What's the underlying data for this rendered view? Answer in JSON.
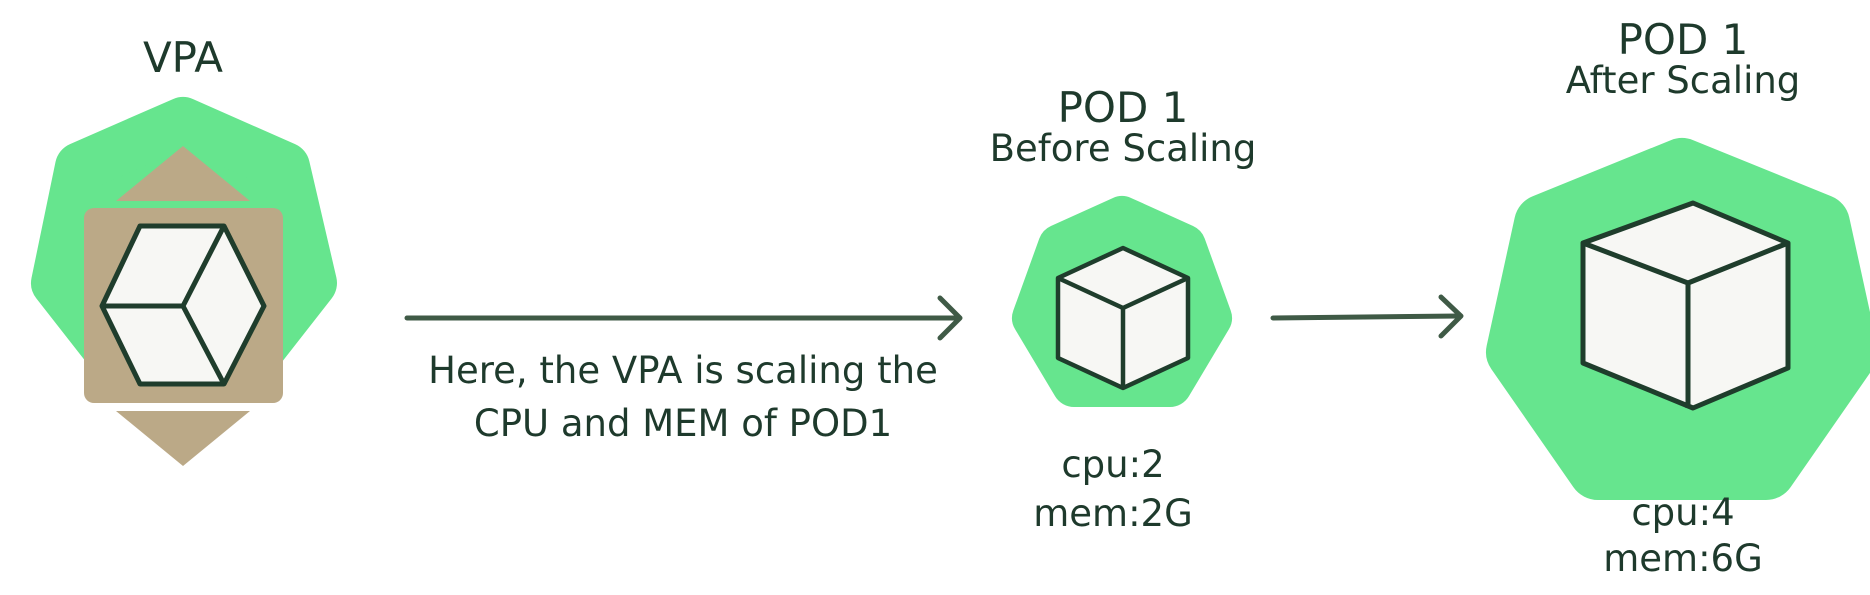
{
  "vpa": {
    "title": "VPA"
  },
  "arrow_caption": {
    "line1": "Here, the VPA is scaling the",
    "line2": "CPU and MEM of POD1"
  },
  "pod_before": {
    "title": "POD 1",
    "subtitle": "Before Scaling",
    "cpu": "cpu:2",
    "mem": "mem:2G"
  },
  "pod_after": {
    "title": "POD 1",
    "subtitle": "After Scaling",
    "cpu": "cpu:4",
    "mem": "mem:6G"
  },
  "colors": {
    "node_fill": "#66e58e",
    "vpa_box": "#bba987",
    "cube_face": "#f7f7f4",
    "stroke": "#1f3d2c",
    "arrow": "#3f5a46"
  }
}
